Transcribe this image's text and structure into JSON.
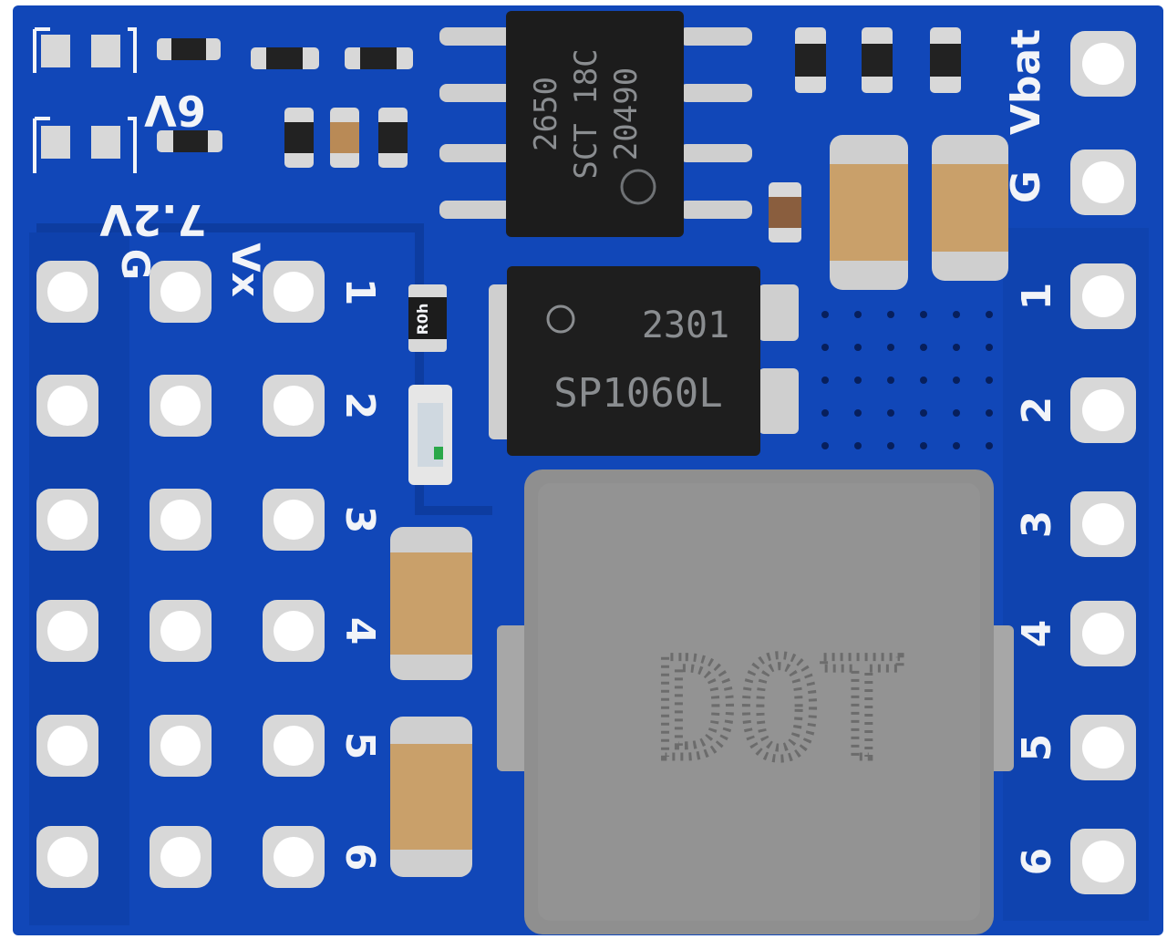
{
  "board": {
    "colors": {
      "pcb": "#1147b8",
      "pcb_dark": "#0c3590",
      "silkscreen": "#f2f4f8",
      "ic_body": "#1c1c1c",
      "inductor": "#8f8f8f",
      "capacitor": "#c9a06a",
      "pad": "#d8d8d8"
    },
    "silkscreen_labels": {
      "jumper_6v": "6V",
      "jumper_7v2": "7.2V",
      "left_ground": "G",
      "left_vx": "Vx",
      "right_vbat": "Vbat",
      "right_ground": "G",
      "left_numbers": [
        "1",
        "2",
        "3",
        "4",
        "5",
        "6"
      ],
      "right_numbers": [
        "1",
        "2",
        "3",
        "4",
        "5",
        "6"
      ]
    },
    "chips": {
      "regulator_lines": [
        "2650",
        "SCT 18C",
        "20490"
      ],
      "mosfet_code": "2301",
      "mosfet_part": "SP1060L",
      "resistor_code": "R0h",
      "inductor_marking": "DOT"
    }
  }
}
